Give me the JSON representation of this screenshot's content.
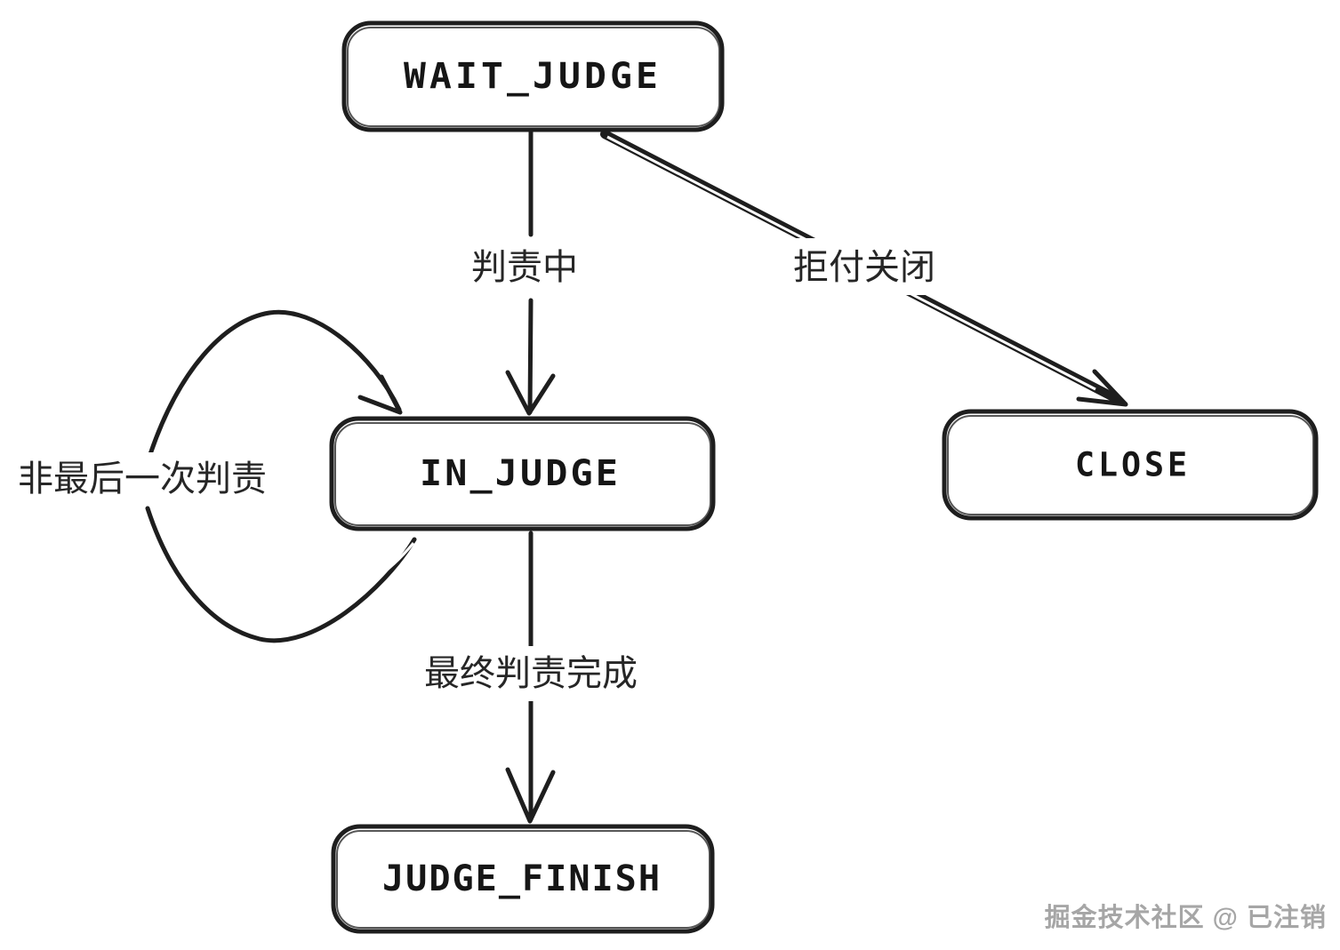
{
  "diagram": {
    "type": "state-flowchart",
    "style": "hand-drawn",
    "colors": {
      "ink": "#1e1e1e",
      "background": "#ffffff",
      "watermark_gray": "#a6a6a6"
    },
    "nodes": [
      {
        "id": "wait-judge",
        "label": "WAIT_JUDGE"
      },
      {
        "id": "in-judge",
        "label": "IN_JUDGE"
      },
      {
        "id": "close",
        "label": "CLOSE"
      },
      {
        "id": "judge-finish",
        "label": "JUDGE_FINISH"
      }
    ],
    "edges": [
      {
        "from": "WAIT_JUDGE",
        "to": "IN_JUDGE",
        "label": "判责中"
      },
      {
        "from": "WAIT_JUDGE",
        "to": "CLOSE",
        "label": "拒付关闭"
      },
      {
        "from": "IN_JUDGE",
        "to": "IN_JUDGE",
        "label": "非最后一次判责",
        "kind": "self-loop"
      },
      {
        "from": "IN_JUDGE",
        "to": "JUDGE_FINISH",
        "label": "最终判责完成"
      }
    ]
  },
  "watermark": {
    "text": "掘金技术社区 @ 已注销"
  }
}
